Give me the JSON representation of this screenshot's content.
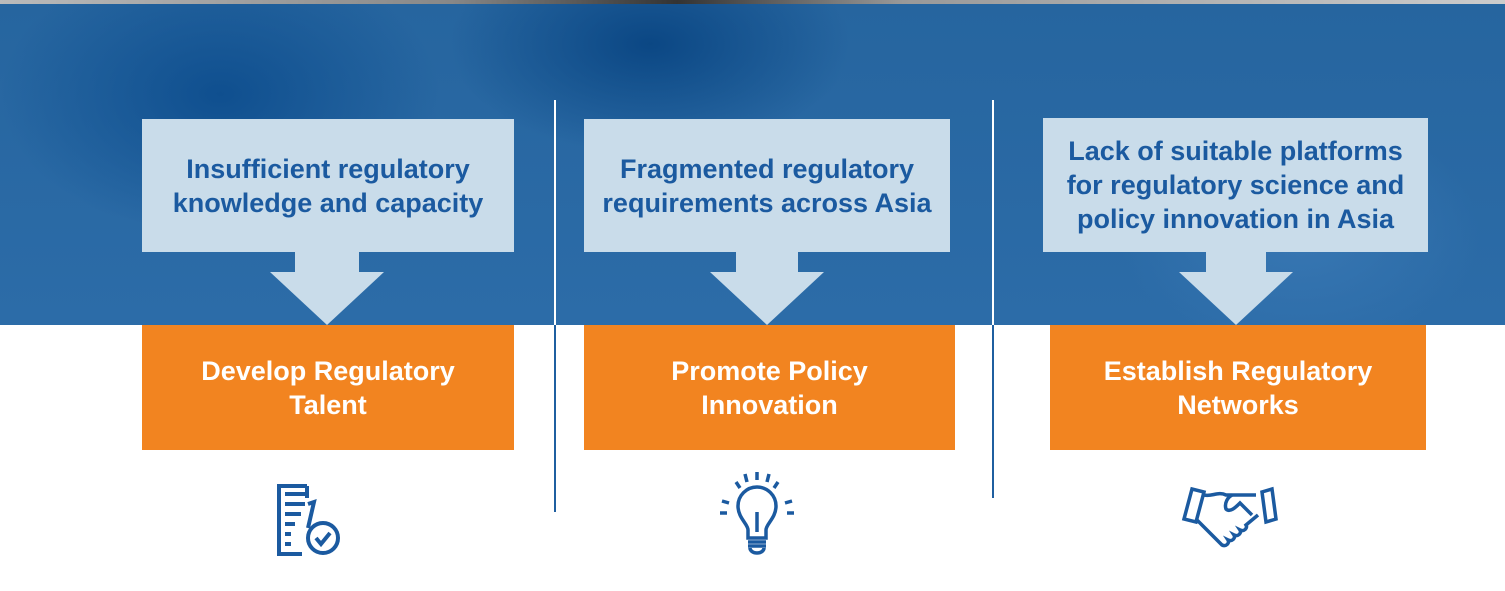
{
  "columns": [
    {
      "problem": "Insufficient regulatory knowledge and capacity",
      "solution": "Develop Regulatory Talent",
      "icon": "document-check-icon"
    },
    {
      "problem": "Fragmented regulatory requirements across Asia",
      "solution": "Promote Policy Innovation",
      "icon": "lightbulb-icon"
    },
    {
      "problem": "Lack of suitable platforms for regulatory science and policy innovation in Asia",
      "solution": "Establish Regulatory Networks",
      "icon": "handshake-icon"
    }
  ],
  "colors": {
    "banner": "#2a6aa6",
    "problem_box": "#c9dcea",
    "solution_box": "#f28420",
    "text_blue": "#1b5aa0"
  }
}
